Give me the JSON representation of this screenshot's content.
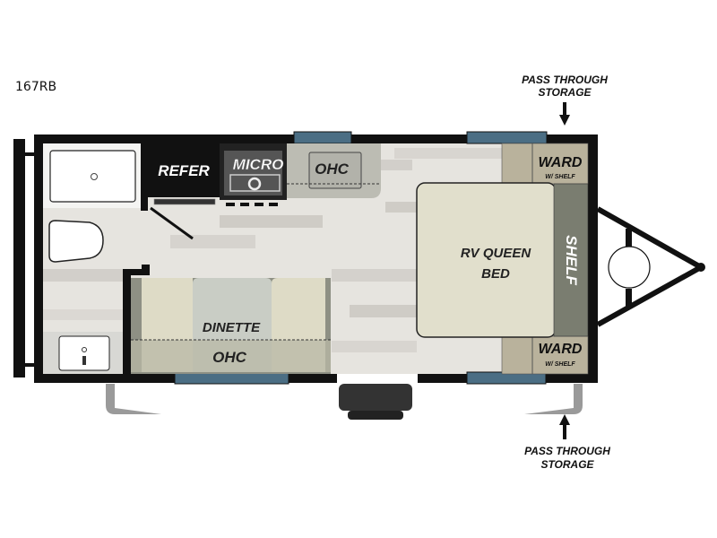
{
  "model": "167RB",
  "labels": {
    "refer": "REFER",
    "micro": "MICRO",
    "ohc_kitchen": "OHC",
    "dinette": "DINETTE",
    "ohc_dinette": "OHC",
    "bed_line1": "RV QUEEN",
    "bed_line2": "BED",
    "shelf": "SHELF",
    "ward_top": "WARD",
    "ward_top_sub": "W/ SHELF",
    "ward_bottom": "WARD",
    "ward_bottom_sub": "W/ SHELF",
    "storage_top_line1": "PASS THROUGH",
    "storage_top_line2": "STORAGE",
    "storage_bottom_line1": "PASS THROUGH",
    "storage_bottom_line2": "STORAGE"
  },
  "colors": {
    "wall": "#111111",
    "window": "#4b6e84",
    "bed": "#e1dfcc",
    "shelf": "#7a7d70",
    "ward": "#b9b29c",
    "cushion": "#dedbc6",
    "floor": "#e6e4df"
  }
}
